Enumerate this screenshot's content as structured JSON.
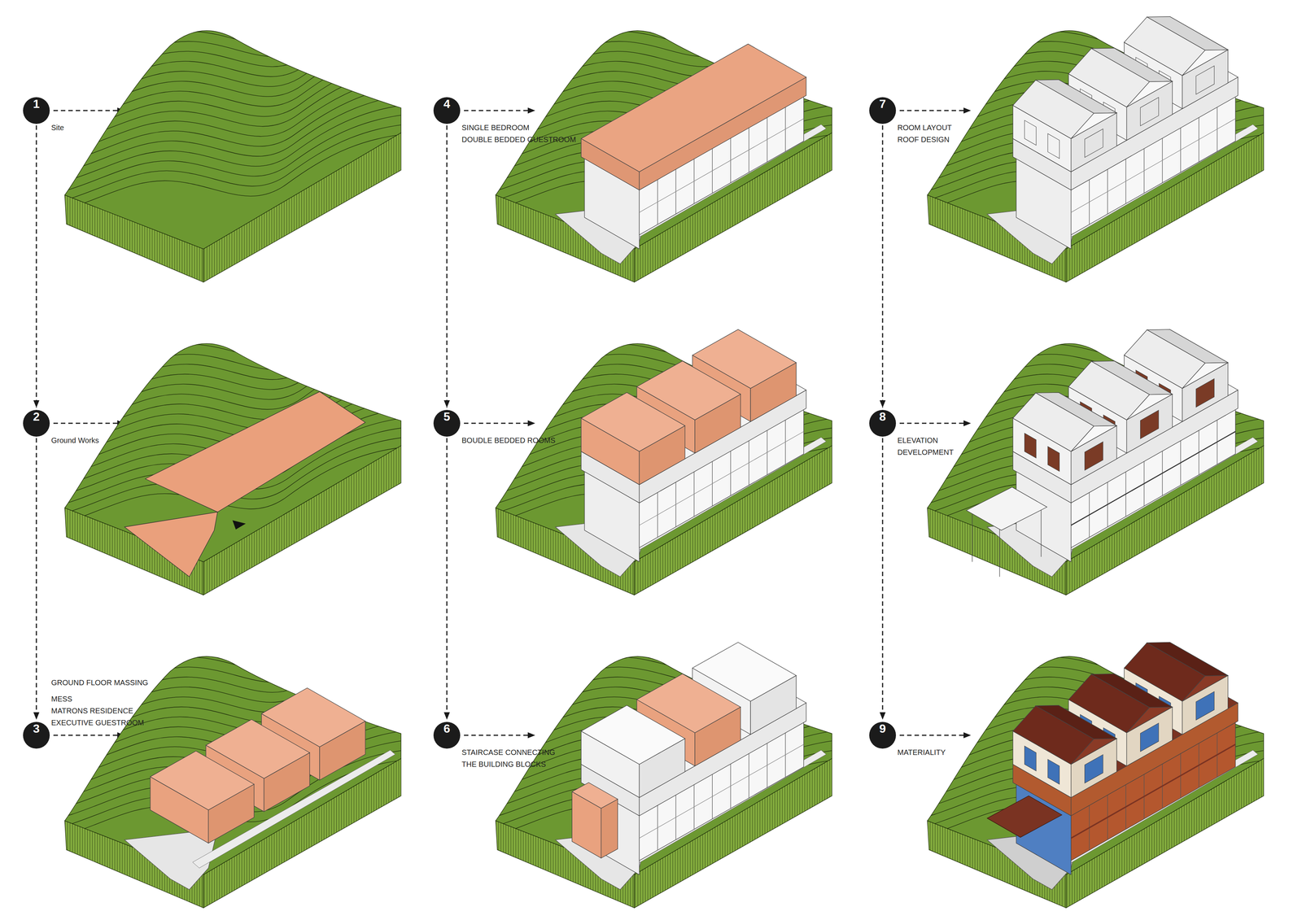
{
  "diagram": {
    "nodes": [
      {
        "text": [
          "1",
          "Site"
        ]
      },
      {
        "text": [
          "2",
          "Ground Works"
        ]
      },
      {
        "text": [
          "3",
          "GROUND FLOOR MASSING",
          "MESS",
          "MATRONS RESIDENCE",
          "EXECUTIVE GUESTROOM"
        ]
      },
      {
        "text": [
          "4",
          "SINGLE BEDROOM",
          "DOUBLE BEDDED GUESTROOM"
        ]
      },
      {
        "text": [
          "5",
          "BOUDLE BEDDED ROOMS"
        ]
      },
      {
        "text": [
          "6",
          "STAIRCASE CONNECTING THE BUILDING BLOCKS"
        ]
      },
      {
        "text": [
          "7",
          "ROOM LAYOUT",
          "ROOF DESIGN"
        ]
      },
      {
        "text": [
          "8",
          "ELEVATION DEVELOPMENT"
        ]
      },
      {
        "text": [
          "9",
          "MATERIALITY"
        ]
      }
    ],
    "edges": [
      {
        "from": 0,
        "to": 1,
        "arrow": "to"
      },
      {
        "from": 1,
        "to": 2,
        "arrow": "to"
      },
      {
        "from": 3,
        "to": 4,
        "arrow": "to"
      },
      {
        "from": 4,
        "to": 5,
        "arrow": "to"
      },
      {
        "from": 6,
        "to": 7,
        "arrow": "to"
      },
      {
        "from": 7,
        "to": 8,
        "arrow": "to"
      }
    ]
  }
}
